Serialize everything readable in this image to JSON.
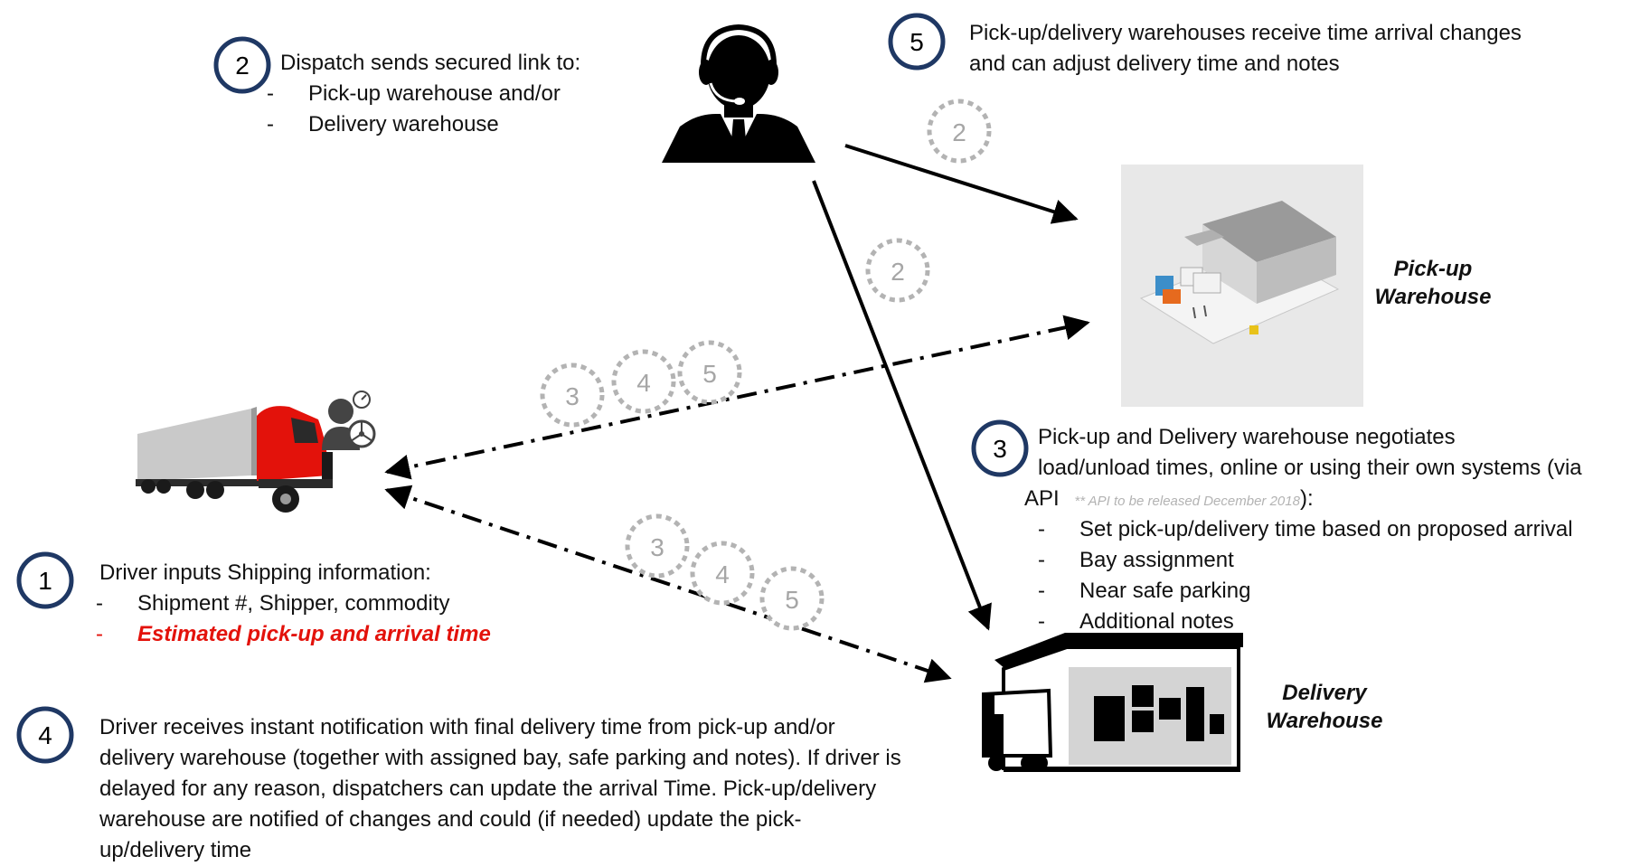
{
  "steps": {
    "step1": {
      "number": "1",
      "title": "Driver inputs Shipping information:",
      "items": [
        "Shipment #, Shipper, commodity"
      ],
      "highlight_item": "Estimated pick-up and arrival time"
    },
    "step2": {
      "number": "2",
      "title": "Dispatch sends secured link to:",
      "items": [
        "Pick-up warehouse and/or",
        "Delivery warehouse"
      ]
    },
    "step3": {
      "number": "3",
      "line1": "Pick-up and Delivery warehouse negotiates",
      "line2": "load/unload times, online or using their own systems (via",
      "api_word": "API",
      "api_note": "** API to be released December 2018",
      "api_suffix": "):",
      "items": [
        "Set pick-up/delivery time based on proposed arrival",
        "Bay assignment",
        "Near safe parking",
        "Additional notes"
      ]
    },
    "step4": {
      "number": "4",
      "lines": [
        "Driver receives instant notification with final delivery time from pick-up and/or",
        "delivery warehouse (together with assigned bay, safe parking and notes). If driver is",
        "delayed for any reason, dispatchers can update the arrival Time. Pick-up/delivery",
        "warehouse are notified of changes and could (if needed) update the pick-",
        "up/delivery time"
      ]
    },
    "step5": {
      "number": "5",
      "lines": [
        "Pick-up/delivery warehouses receive time arrival changes",
        "and can adjust delivery time and notes"
      ]
    }
  },
  "labels": {
    "pickup_line1": "Pick-up",
    "pickup_line2": "Warehouse",
    "delivery_line1": "Delivery",
    "delivery_line2": "Warehouse"
  },
  "flow_markers": {
    "dispatch_to_pickup": "2",
    "dispatch_to_delivery": "2",
    "pickup_driver": [
      "3",
      "4",
      "5"
    ],
    "delivery_driver": [
      "3",
      "4",
      "5"
    ]
  },
  "icons": {
    "dispatcher": "headset-person-icon",
    "truck": "red-truck-icon",
    "driver": "driver-steering-wheel-icon",
    "pickup_warehouse": "pickup-warehouse-illustration",
    "delivery_warehouse": "delivery-warehouse-icon"
  },
  "colors": {
    "step_circle": "#1f3864",
    "marker": "#b3b3b3",
    "highlight": "#e3120b",
    "truck_cab": "#e3120b"
  }
}
